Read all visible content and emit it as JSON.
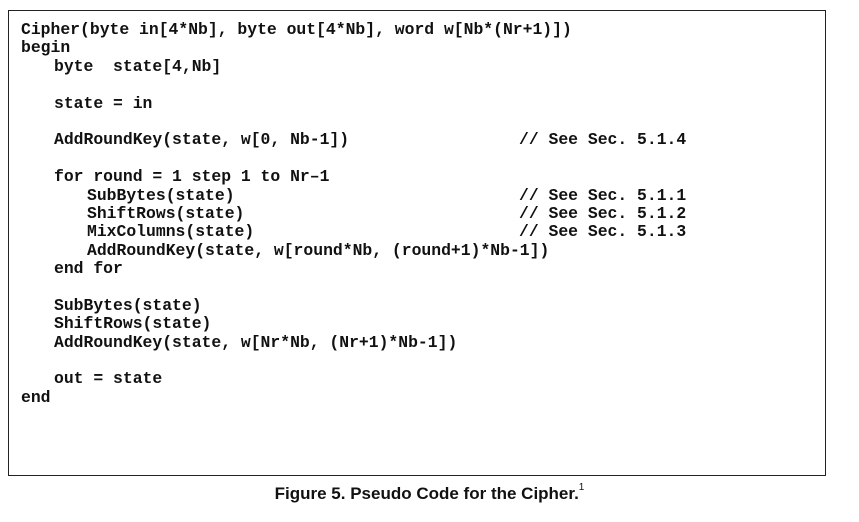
{
  "code": {
    "lines": [
      {
        "text": "Cipher(byte in[4*Nb], byte out[4*Nb], word w[Nb*(Nr+1)])",
        "indent": 0,
        "comment": ""
      },
      {
        "text": "begin",
        "indent": 0,
        "comment": ""
      },
      {
        "text": "byte  state[4,Nb]",
        "indent": 1,
        "comment": ""
      },
      {
        "text": "",
        "indent": 0,
        "comment": ""
      },
      {
        "text": "state = in",
        "indent": 1,
        "comment": ""
      },
      {
        "text": "",
        "indent": 0,
        "comment": ""
      },
      {
        "text": "AddRoundKey(state, w[0, Nb-1])",
        "indent": 1,
        "comment": "// See Sec. 5.1.4"
      },
      {
        "text": "",
        "indent": 0,
        "comment": ""
      },
      {
        "text": "for round = 1 step 1 to Nr–1",
        "indent": 1,
        "comment": ""
      },
      {
        "text": "SubBytes(state)",
        "indent": 2,
        "comment": "// See Sec. 5.1.1"
      },
      {
        "text": "ShiftRows(state)",
        "indent": 2,
        "comment": "// See Sec. 5.1.2"
      },
      {
        "text": "MixColumns(state)",
        "indent": 2,
        "comment": "// See Sec. 5.1.3"
      },
      {
        "text": "AddRoundKey(state, w[round*Nb, (round+1)*Nb-1])",
        "indent": 2,
        "comment": ""
      },
      {
        "text": "end for",
        "indent": 1,
        "comment": ""
      },
      {
        "text": "",
        "indent": 0,
        "comment": ""
      },
      {
        "text": "SubBytes(state)",
        "indent": 1,
        "comment": ""
      },
      {
        "text": "ShiftRows(state)",
        "indent": 1,
        "comment": ""
      },
      {
        "text": "AddRoundKey(state, w[Nr*Nb, (Nr+1)*Nb-1])",
        "indent": 1,
        "comment": ""
      },
      {
        "text": "",
        "indent": 0,
        "comment": ""
      },
      {
        "text": "out = state",
        "indent": 1,
        "comment": ""
      },
      {
        "text": "end",
        "indent": 0,
        "comment": ""
      }
    ]
  },
  "caption": {
    "text": "Figure 5.  Pseudo Code for the Cipher.",
    "footnote": "1"
  }
}
